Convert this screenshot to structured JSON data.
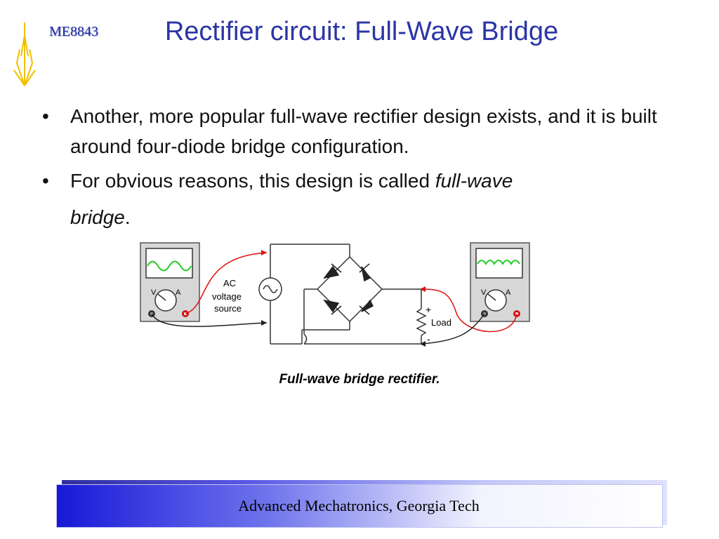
{
  "header": {
    "course_code": "ME8843",
    "title": "Rectifier circuit: Full-Wave Bridge"
  },
  "bullets": {
    "item1": "Another, more popular full-wave rectifier design exists, and it is built around four-diode bridge configuration.",
    "item2_prefix": "For obvious reasons, this design is called ",
    "item2_italic_a": "full-wave",
    "item2_italic_b": "bridge",
    "item2_suffix": "."
  },
  "diagram": {
    "left_meter": {
      "v_label": "V",
      "a_label": "A"
    },
    "right_meter": {
      "v_label": "V",
      "a_label": "A"
    },
    "source_label_line1": "AC",
    "source_label_line2": "voltage",
    "source_label_line3": "source",
    "load_label": "Load",
    "plus_sign": "+",
    "minus_sign": "-"
  },
  "caption": "Full-wave bridge rectifier.",
  "footer": "Advanced Mechatronics, Georgia Tech",
  "colors": {
    "title": "#2b35a6",
    "wire_red": "#e01010",
    "trace_green": "#22cc22",
    "footer_blue": "#1818d8"
  }
}
